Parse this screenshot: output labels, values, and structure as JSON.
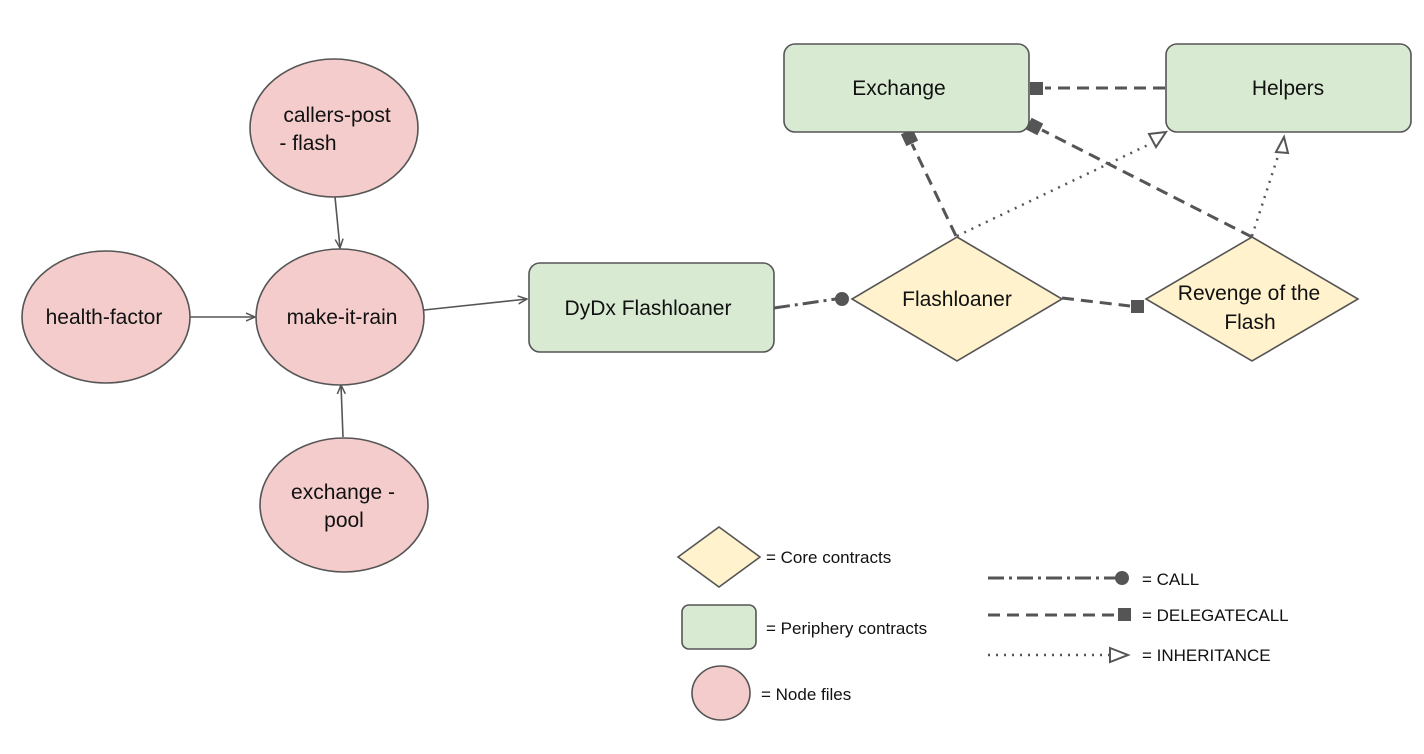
{
  "colors": {
    "node_file_fill": "#f4cccc",
    "periphery_fill": "#d9ead3",
    "core_fill": "#fff2cc",
    "stroke": "#555555",
    "edge": "#555555"
  },
  "nodes": {
    "callers_post_flash": {
      "line1": "callers-post",
      "line2": "-    flash"
    },
    "health_factor": {
      "label": "health-factor"
    },
    "make_it_rain": {
      "label": "make-it-rain"
    },
    "exchange_pool": {
      "line1": "exchange -",
      "line2": "pool"
    },
    "dydx_flashloaner": {
      "label": "DyDx Flashloaner"
    },
    "flashloaner": {
      "label": "Flashloaner"
    },
    "revenge_of_the_flash": {
      "line1": "Revenge of the",
      "line2": "Flash"
    },
    "exchange": {
      "label": "Exchange"
    },
    "helpers": {
      "label": "Helpers"
    }
  },
  "legend": {
    "core": "= Core contracts",
    "periphery": "= Periphery contracts",
    "node_files": "= Node files",
    "call": "= CALL",
    "delegatecall": "= DELEGATECALL",
    "inheritance": "= INHERITANCE"
  }
}
